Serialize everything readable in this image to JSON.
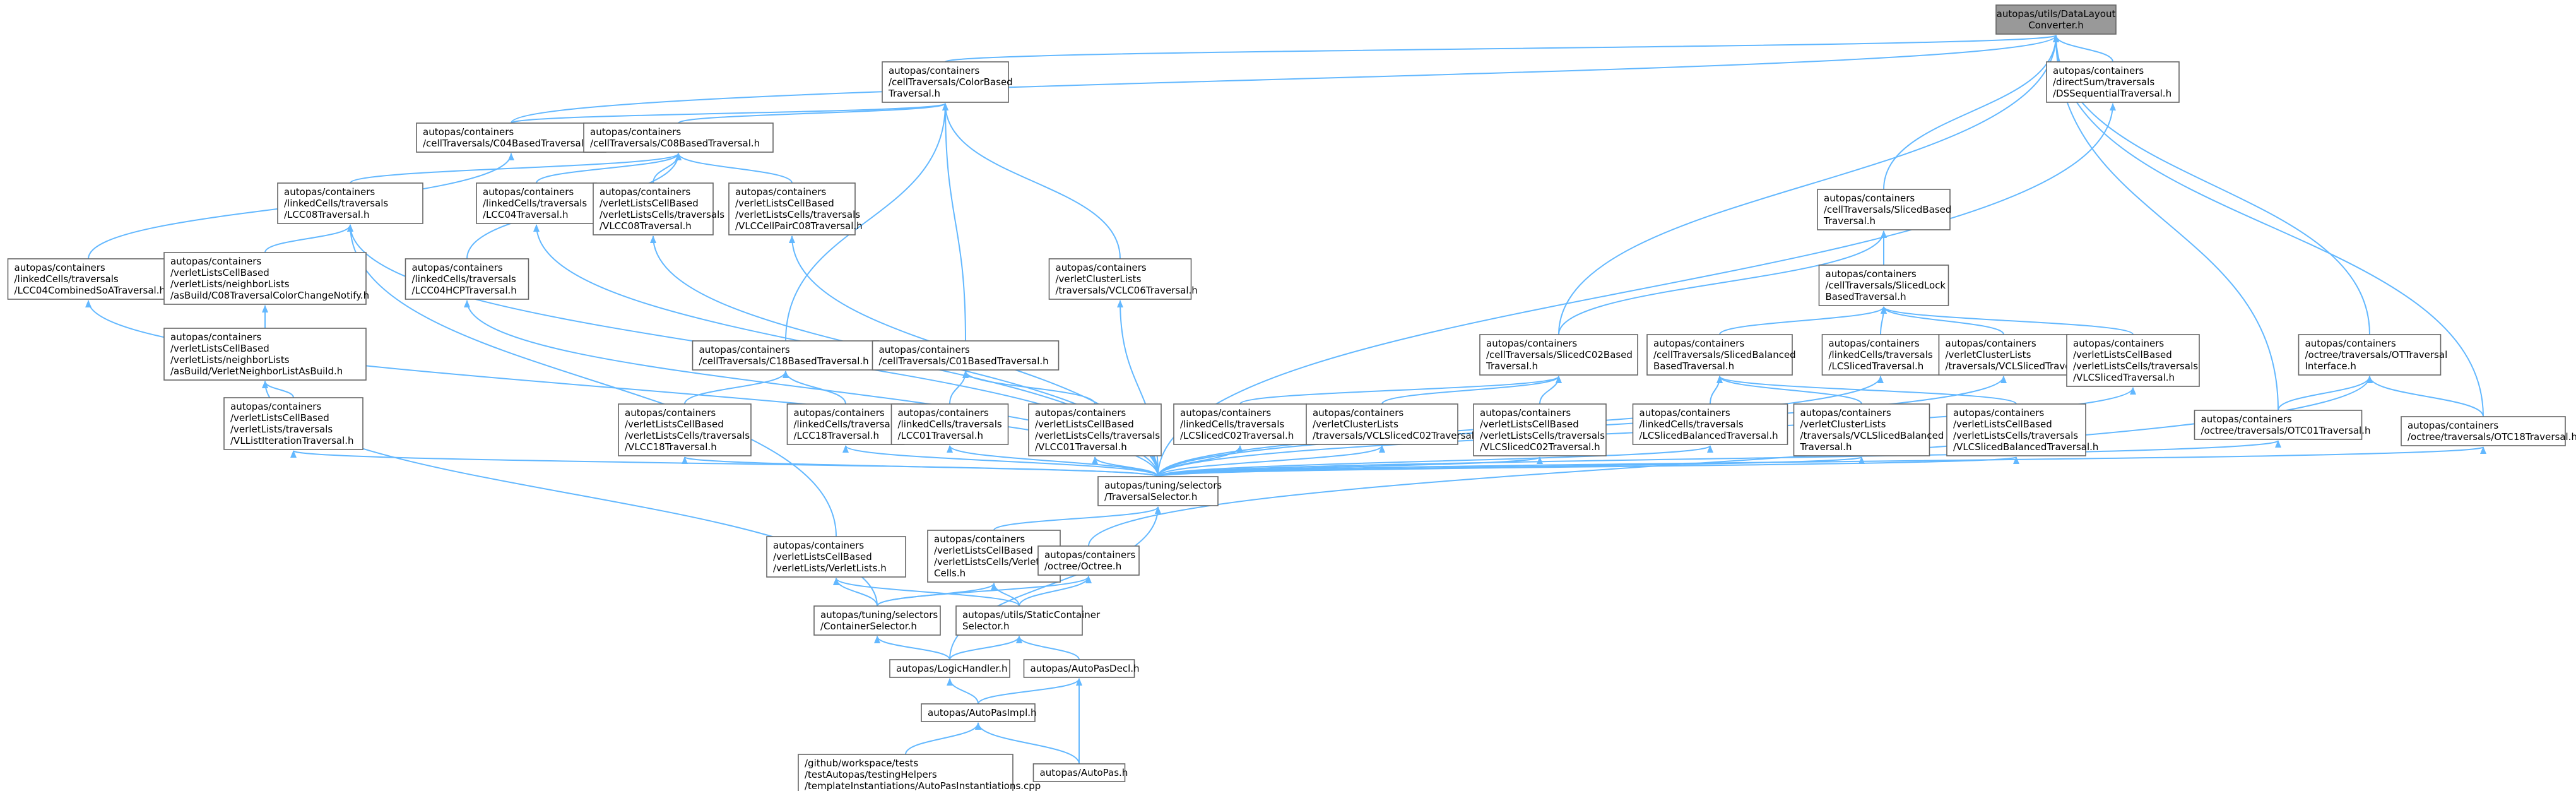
{
  "colors": {
    "edge": "#63b8ff",
    "node_border": "#666666",
    "node_fill": "#ffffff",
    "root_fill": "#999999",
    "text": "#000000"
  },
  "nodes": [
    {
      "id": "root",
      "lines": [
        "autopas/utils/DataLayout",
        "Converter.h"
      ],
      "root": true
    },
    {
      "id": "colorbased",
      "lines": [
        "autopas/containers",
        "/cellTraversals/ColorBased",
        "Traversal.h"
      ]
    },
    {
      "id": "dssequential",
      "lines": [
        "autopas/containers",
        "/directSum/traversals",
        "/DSSequentialTraversal.h"
      ]
    },
    {
      "id": "c04based",
      "lines": [
        "autopas/containers",
        "/cellTraversals/C04BasedTraversal.h"
      ]
    },
    {
      "id": "c08based",
      "lines": [
        "autopas/containers",
        "/cellTraversals/C08BasedTraversal.h"
      ]
    },
    {
      "id": "lcc08",
      "lines": [
        "autopas/containers",
        "/linkedCells/traversals",
        "/LCC08Traversal.h"
      ]
    },
    {
      "id": "lcc04",
      "lines": [
        "autopas/containers",
        "/linkedCells/traversals",
        "/LCC04Traversal.h"
      ]
    },
    {
      "id": "vlc08",
      "lines": [
        "autopas/containers",
        "/verletListsCellBased",
        "/verletListsCells/traversals",
        "/VLCC08Traversal.h"
      ]
    },
    {
      "id": "vlcpairc08",
      "lines": [
        "autopas/containers",
        "/verletListsCellBased",
        "/verletListsCells/traversals",
        "/VLCCellPairC08Traversal.h"
      ]
    },
    {
      "id": "lcc04combined",
      "lines": [
        "autopas/containers",
        "/linkedCells/traversals",
        "/LCC04CombinedSoATraversal.h"
      ]
    },
    {
      "id": "c08colorchange",
      "lines": [
        "autopas/containers",
        "/verletListsCellBased",
        "/verletLists/neighborLists",
        "/asBuild/C08TraversalColorChangeNotify.h"
      ]
    },
    {
      "id": "lcc04hcp",
      "lines": [
        "autopas/containers",
        "/linkedCells/traversals",
        "/LCC04HCPTraversal.h"
      ]
    },
    {
      "id": "verletasbuild",
      "lines": [
        "autopas/containers",
        "/verletListsCellBased",
        "/verletLists/neighborLists",
        "/asBuild/VerletNeighborListAsBuild.h"
      ]
    },
    {
      "id": "vlasbuild",
      "lines": [
        "autopas/containers",
        "/verletListsCellBased",
        "/verletLists/traversals",
        "/VLListIterationTraversal.h"
      ]
    },
    {
      "id": "c18based",
      "lines": [
        "autopas/containers",
        "/cellTraversals/C18BasedTraversal.h"
      ]
    },
    {
      "id": "c01based",
      "lines": [
        "autopas/containers",
        "/cellTraversals/C01BasedTraversal.h"
      ]
    },
    {
      "id": "vclc06",
      "lines": [
        "autopas/containers",
        "/verletClusterLists",
        "/traversals/VCLC06Traversal.h"
      ]
    },
    {
      "id": "vlc18",
      "lines": [
        "autopas/containers",
        "/verletListsCellBased",
        "/verletListsCells/traversals",
        "/VLCC18Traversal.h"
      ]
    },
    {
      "id": "lcc18",
      "lines": [
        "autopas/containers",
        "/linkedCells/traversals",
        "/LCC18Traversal.h"
      ]
    },
    {
      "id": "lcc01",
      "lines": [
        "autopas/containers",
        "/linkedCells/traversals",
        "/LCC01Traversal.h"
      ]
    },
    {
      "id": "vlcc01",
      "lines": [
        "autopas/containers",
        "/verletListsCellBased",
        "/verletListsCells/traversals",
        "/VLCC01Traversal.h"
      ]
    },
    {
      "id": "slicedbased",
      "lines": [
        "autopas/containers",
        "/cellTraversals/SlicedBased",
        "Traversal.h"
      ]
    },
    {
      "id": "slicedlock",
      "lines": [
        "autopas/containers",
        "/cellTraversals/SlicedLock",
        "BasedTraversal.h"
      ]
    },
    {
      "id": "slicedc02",
      "lines": [
        "autopas/containers",
        "/cellTraversals/SlicedC02Based",
        "Traversal.h"
      ]
    },
    {
      "id": "slicedbalanced",
      "lines": [
        "autopas/containers",
        "/cellTraversals/SlicedBalanced",
        "BasedTraversal.h"
      ]
    },
    {
      "id": "lcsliced",
      "lines": [
        "autopas/containers",
        "/linkedCells/traversals",
        "/LCSlicedTraversal.h"
      ]
    },
    {
      "id": "vclsliced",
      "lines": [
        "autopas/containers",
        "/verletClusterLists",
        "/traversals/VCLSlicedTraversal.h"
      ]
    },
    {
      "id": "vlcsliced",
      "lines": [
        "autopas/containers",
        "/verletListsCellBased",
        "/verletListsCells/traversals",
        "/VLCSlicedTraversal.h"
      ]
    },
    {
      "id": "lcslicedc02",
      "lines": [
        "autopas/containers",
        "/linkedCells/traversals",
        "/LCSlicedC02Traversal.h"
      ]
    },
    {
      "id": "vclslicedc02",
      "lines": [
        "autopas/containers",
        "/verletClusterLists",
        "/traversals/VCLSlicedC02Traversal.h"
      ]
    },
    {
      "id": "vlcslicedc02",
      "lines": [
        "autopas/containers",
        "/verletListsCellBased",
        "/verletListsCells/traversals",
        "/VLCSlicedC02Traversal.h"
      ]
    },
    {
      "id": "lcslicedbal",
      "lines": [
        "autopas/containers",
        "/linkedCells/traversals",
        "/LCSlicedBalancedTraversal.h"
      ]
    },
    {
      "id": "vclslicedbal",
      "lines": [
        "autopas/containers",
        "/verletClusterLists",
        "/traversals/VCLSlicedBalanced",
        "Traversal.h"
      ]
    },
    {
      "id": "vlcslicedbal",
      "lines": [
        "autopas/containers",
        "/verletListsCellBased",
        "/verletListsCells/traversals",
        "/VLCSlicedBalancedTraversal.h"
      ]
    },
    {
      "id": "otinterface",
      "lines": [
        "autopas/containers",
        "/octree/traversals/OTTraversal",
        "Interface.h"
      ]
    },
    {
      "id": "otc01",
      "lines": [
        "autopas/containers",
        "/octree/traversals/OTC01Traversal.h"
      ]
    },
    {
      "id": "otc18",
      "lines": [
        "autopas/containers",
        "/octree/traversals/OTC18Traversal.h"
      ]
    },
    {
      "id": "selector",
      "lines": [
        "autopas/tuning/selectors",
        "/TraversalSelector.h"
      ]
    },
    {
      "id": "verletlists",
      "lines": [
        "autopas/containers",
        "/verletListsCellBased",
        "/verletLists/VerletLists.h"
      ]
    },
    {
      "id": "vlcells",
      "lines": [
        "autopas/containers",
        "/verletListsCellBased",
        "/verletListsCells/VerletLists",
        "Cells.h"
      ]
    },
    {
      "id": "octree",
      "lines": [
        "autopas/containers",
        "/octree/Octree.h"
      ]
    },
    {
      "id": "containerselector",
      "lines": [
        "autopas/tuning/selectors",
        "/ContainerSelector.h"
      ]
    },
    {
      "id": "staticcontainer",
      "lines": [
        "autopas/utils/StaticContainer",
        "Selector.h"
      ]
    },
    {
      "id": "logichandler",
      "lines": [
        "autopas/LogicHandler.h"
      ]
    },
    {
      "id": "autopasdecl",
      "lines": [
        "autopas/AutoPasDecl.h"
      ]
    },
    {
      "id": "autopasimpl",
      "lines": [
        "autopas/AutoPasImpl.h"
      ]
    },
    {
      "id": "instantiations",
      "lines": [
        "/github/workspace/tests",
        "/testAutopas/testingHelpers",
        "/templateInstantiations/AutoPasInstantiations.cpp"
      ]
    },
    {
      "id": "autopash",
      "lines": [
        "autopas/AutoPas.h"
      ]
    }
  ],
  "edges": [
    [
      "colorbased",
      "root"
    ],
    [
      "dssequential",
      "root"
    ],
    [
      "c04based",
      "root"
    ],
    [
      "slicedbased",
      "root"
    ],
    [
      "slicedc02",
      "root"
    ],
    [
      "otinterface",
      "root"
    ],
    [
      "otc01",
      "root"
    ],
    [
      "otc18",
      "root"
    ],
    [
      "c04based",
      "colorbased"
    ],
    [
      "c08based",
      "colorbased"
    ],
    [
      "c18based",
      "colorbased"
    ],
    [
      "c01based",
      "colorbased"
    ],
    [
      "vclc06",
      "colorbased"
    ],
    [
      "lcc04combined",
      "c04based"
    ],
    [
      "lcc08",
      "c08based"
    ],
    [
      "lcc04",
      "c08based"
    ],
    [
      "vlc08",
      "c08based"
    ],
    [
      "vlcpairc08",
      "c08based"
    ],
    [
      "lcc04hcp",
      "c08based"
    ],
    [
      "c08colorchange",
      "lcc08"
    ],
    [
      "verletasbuild",
      "c08colorchange"
    ],
    [
      "vlasbuild",
      "verletasbuild"
    ],
    [
      "containerselector",
      "verletasbuild"
    ],
    [
      "vlc18",
      "c18based"
    ],
    [
      "lcc18",
      "c18based"
    ],
    [
      "lcc01",
      "c01based"
    ],
    [
      "vlcc01",
      "c01based"
    ],
    [
      "slicedlock",
      "slicedbased"
    ],
    [
      "slicedc02",
      "slicedbased"
    ],
    [
      "slicedbalanced",
      "slicedlock"
    ],
    [
      "lcsliced",
      "slicedlock"
    ],
    [
      "vclsliced",
      "slicedlock"
    ],
    [
      "vlcsliced",
      "slicedlock"
    ],
    [
      "lcslicedc02",
      "slicedc02"
    ],
    [
      "vclslicedc02",
      "slicedc02"
    ],
    [
      "vlcslicedc02",
      "slicedc02"
    ],
    [
      "lcslicedbal",
      "slicedbalanced"
    ],
    [
      "vclslicedbal",
      "slicedbalanced"
    ],
    [
      "vlcslicedbal",
      "slicedbalanced"
    ],
    [
      "otc01",
      "otinterface"
    ],
    [
      "otc18",
      "otinterface"
    ],
    [
      "octree",
      "otinterface"
    ],
    [
      "verletlists",
      "lcc08"
    ],
    [
      "selector",
      "lcc08"
    ],
    [
      "selector",
      "lcc04"
    ],
    [
      "selector",
      "vlc08"
    ],
    [
      "selector",
      "vlcpairc08"
    ],
    [
      "selector",
      "lcc04combined"
    ],
    [
      "selector",
      "lcc04hcp"
    ],
    [
      "selector",
      "vlasbuild"
    ],
    [
      "selector",
      "vclc06"
    ],
    [
      "selector",
      "vlc18"
    ],
    [
      "selector",
      "lcc18"
    ],
    [
      "selector",
      "lcc01"
    ],
    [
      "selector",
      "vlcc01"
    ],
    [
      "selector",
      "lcsliced"
    ],
    [
      "selector",
      "vclsliced"
    ],
    [
      "selector",
      "vlcsliced"
    ],
    [
      "selector",
      "lcslicedc02"
    ],
    [
      "selector",
      "vclslicedc02"
    ],
    [
      "selector",
      "vlcslicedc02"
    ],
    [
      "selector",
      "lcslicedbal"
    ],
    [
      "selector",
      "vclslicedbal"
    ],
    [
      "selector",
      "vlcslicedbal"
    ],
    [
      "selector",
      "otc01"
    ],
    [
      "selector",
      "otc18"
    ],
    [
      "selector",
      "dssequential"
    ],
    [
      "vlcells",
      "selector"
    ],
    [
      "logichandler",
      "selector"
    ],
    [
      "containerselector",
      "verletlists"
    ],
    [
      "staticcontainer",
      "verletlists"
    ],
    [
      "containerselector",
      "vlcells"
    ],
    [
      "staticcontainer",
      "vlcells"
    ],
    [
      "containerselector",
      "octree"
    ],
    [
      "staticcontainer",
      "octree"
    ],
    [
      "logichandler",
      "containerselector"
    ],
    [
      "logichandler",
      "staticcontainer"
    ],
    [
      "autopasdecl",
      "staticcontainer"
    ],
    [
      "autopasimpl",
      "logichandler"
    ],
    [
      "autopasimpl",
      "autopasdecl"
    ],
    [
      "autopash",
      "autopasdecl"
    ],
    [
      "instantiations",
      "autopasimpl"
    ],
    [
      "autopash",
      "autopasimpl"
    ]
  ]
}
